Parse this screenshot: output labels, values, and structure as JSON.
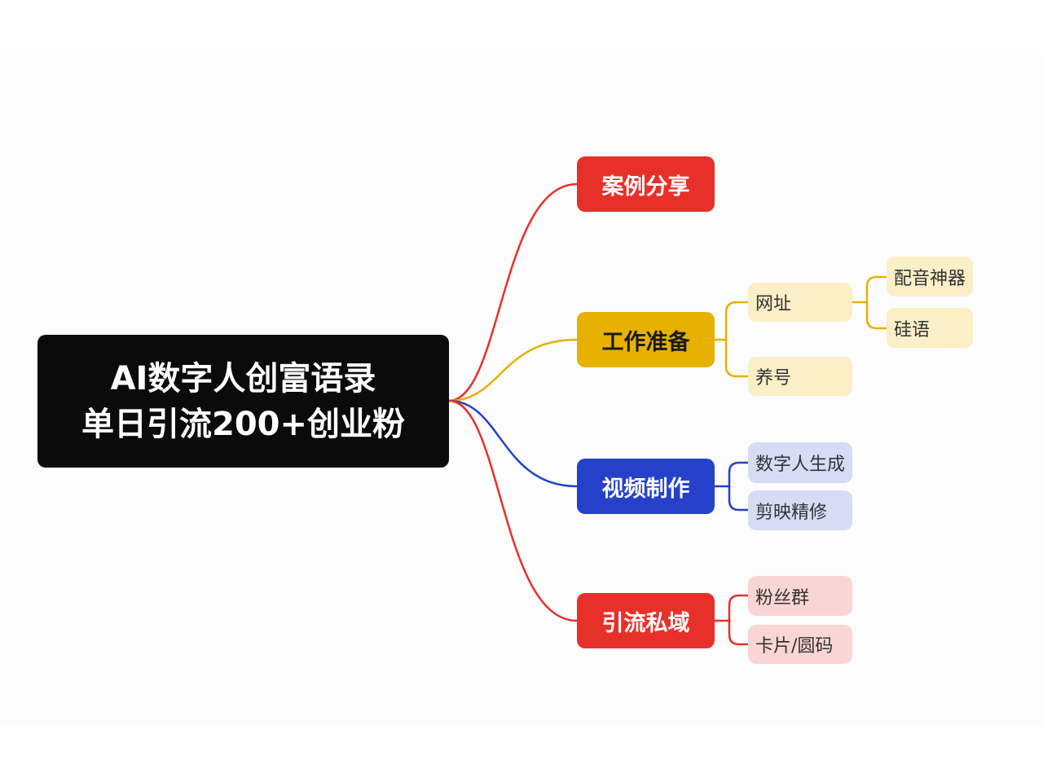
{
  "root": {
    "line1": "AI数字人创富语录",
    "line2": "单日引流200+创业粉"
  },
  "branches": [
    {
      "label": "案例分享",
      "color": "#e8302a",
      "children": []
    },
    {
      "label": "工作准备",
      "color": "#e7b100",
      "children": [
        {
          "label": "网址",
          "children": [
            "配音神器",
            "硅语"
          ]
        },
        {
          "label": "养号",
          "children": []
        }
      ]
    },
    {
      "label": "视频制作",
      "color": "#2541c9",
      "children": [
        {
          "label": "数字人生成",
          "children": []
        },
        {
          "label": "剪映精修",
          "children": []
        }
      ]
    },
    {
      "label": "引流私域",
      "color": "#e8302a",
      "children": [
        {
          "label": "粉丝群",
          "children": []
        },
        {
          "label": "卡片/圆码",
          "children": []
        }
      ]
    }
  ],
  "colors": {
    "root_bg": "#0b0b0b",
    "yellow_child_bg": "#fbefc7",
    "blue_child_bg": "#d7dcf5",
    "red_child_bg": "#f9d6d4",
    "yellow_link": "#e7b100",
    "blue_link": "#2541c9",
    "red_link": "#e8302a"
  }
}
